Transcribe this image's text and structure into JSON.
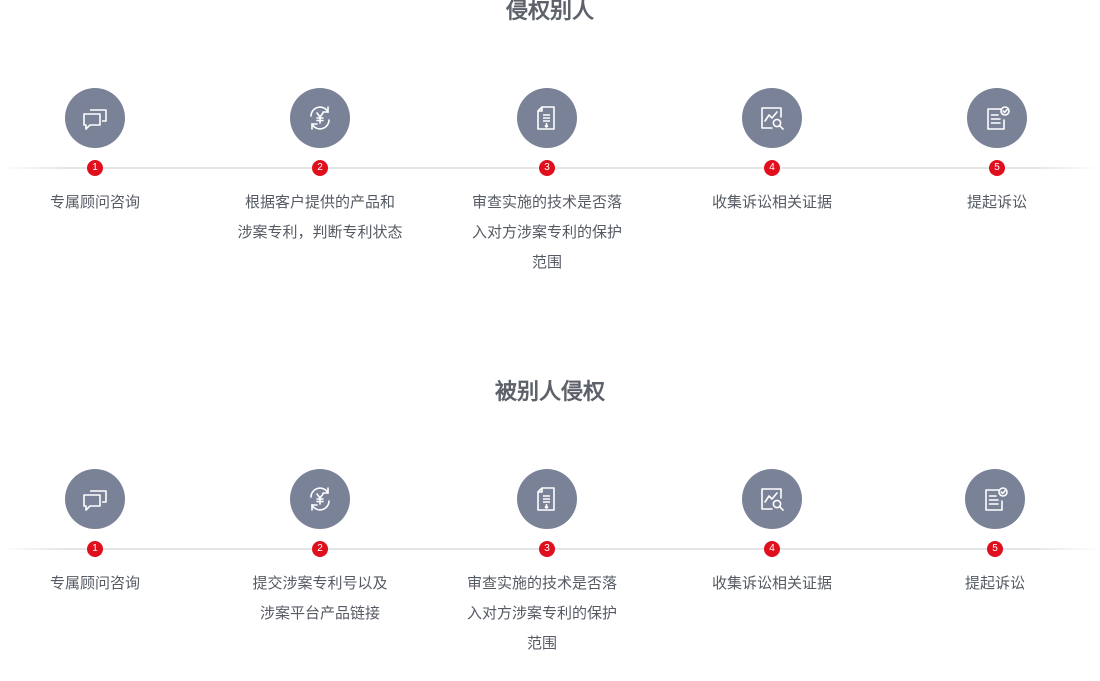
{
  "sections": [
    {
      "title": "侵权别人",
      "steps": [
        {
          "number": "1",
          "icon": "chat-bubbles-icon",
          "lines": [
            "专属顾问咨询"
          ]
        },
        {
          "number": "2",
          "icon": "yuan-exchange-icon",
          "lines": [
            "根据客户提供的产品和",
            "涉案专利，判断专利状态"
          ]
        },
        {
          "number": "3",
          "icon": "document-icon",
          "lines": [
            "审查实施的技术是否落",
            "入对方涉案专利的保护",
            "范围"
          ]
        },
        {
          "number": "4",
          "icon": "chart-search-icon",
          "lines": [
            "收集诉讼相关证据"
          ]
        },
        {
          "number": "5",
          "icon": "checklist-icon",
          "lines": [
            "提起诉讼"
          ]
        }
      ]
    },
    {
      "title": "被别人侵权",
      "steps": [
        {
          "number": "1",
          "icon": "chat-bubbles-icon",
          "lines": [
            "专属顾问咨询"
          ]
        },
        {
          "number": "2",
          "icon": "yuan-exchange-icon",
          "lines": [
            "提交涉案专利号以及",
            "涉案平台产品链接"
          ]
        },
        {
          "number": "3",
          "icon": "document-icon",
          "lines": [
            "审查实施的技术是否落",
            "入对方涉案专利的保护",
            "范围"
          ]
        },
        {
          "number": "4",
          "icon": "chart-search-icon",
          "lines": [
            "收集诉讼相关证据"
          ]
        },
        {
          "number": "5",
          "icon": "checklist-icon",
          "lines": [
            "提起诉讼"
          ]
        }
      ]
    }
  ],
  "colors": {
    "icon_circle": "#7a8298",
    "step_badge": "#e00f1e",
    "text": "#555a63",
    "title": "#5c616a"
  }
}
